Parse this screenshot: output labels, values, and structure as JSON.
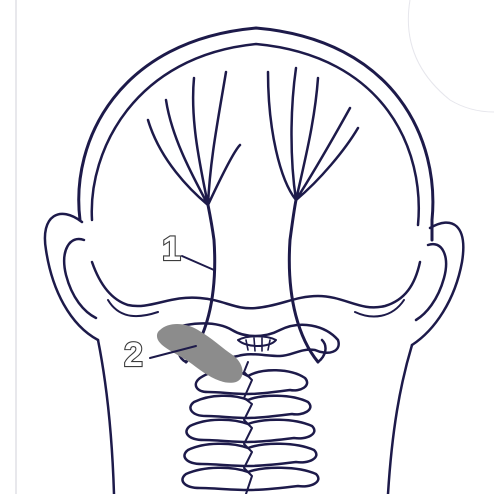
{
  "diagram": {
    "labels": [
      {
        "id": "label-1",
        "text": "1"
      },
      {
        "id": "label-2",
        "text": "2"
      }
    ],
    "colors": {
      "ink": "#1d1a4a",
      "highlight": "#8c8c8c",
      "background": "#ffffff"
    }
  }
}
